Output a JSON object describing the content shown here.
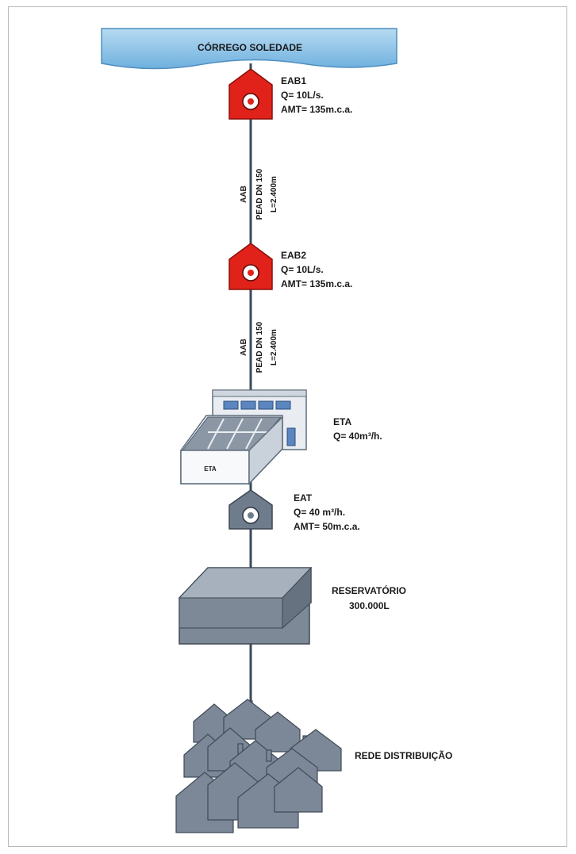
{
  "source": {
    "name": "CÓRREGO SOLEDADE",
    "color": "#8fc3e6"
  },
  "stations": [
    {
      "id": "eab1",
      "name": "EAB1",
      "flow": "Q= 10L/s.",
      "head": "AMT= 135m.c.a.",
      "color": "#e0221b"
    },
    {
      "id": "eab2",
      "name": "EAB2",
      "flow": "Q= 10L/s.",
      "head": "AMT= 135m.c.a.",
      "color": "#e0221b"
    },
    {
      "id": "eat",
      "name": "EAT",
      "flow": "Q= 40 m³/h.",
      "head": "AMT= 50m.c.a.",
      "color": "#6f7c8b"
    }
  ],
  "pipes": [
    {
      "id": "pipe-1",
      "line1": "AAB",
      "line2": "PEAD DN 150",
      "line3": "L=2.400m"
    },
    {
      "id": "pipe-2",
      "line1": "AAB",
      "line2": "PEAD DN 150",
      "line3": "L=2.400m"
    }
  ],
  "treatment": {
    "name": "ETA",
    "flow": "Q= 40m³/h.",
    "building_label": "ETA"
  },
  "reservoir": {
    "name": "RESERVATÓRIO",
    "volume": "300.000L",
    "color": "#7d8997"
  },
  "distribution": {
    "name": "REDE DISTRIBUIÇÃO",
    "color": "#7c8898"
  },
  "colors": {
    "line": "#3b4a5a",
    "gray_dark": "#5f6d7c",
    "gray_light": "#9aa6b3"
  }
}
